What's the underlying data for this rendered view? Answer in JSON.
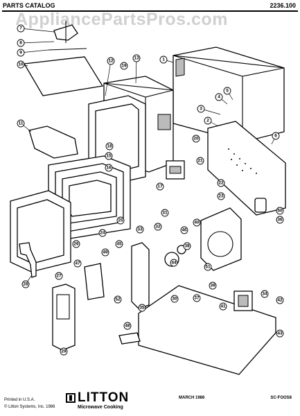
{
  "header": {
    "title": "PARTS CATALOG",
    "model": "2236.100"
  },
  "watermark": "AppliancePartsPros.com",
  "diagram": {
    "callouts": [
      "1",
      "2",
      "3",
      "4",
      "5",
      "6",
      "7",
      "8",
      "9",
      "10",
      "11",
      "12",
      "13",
      "15",
      "16",
      "17",
      "18",
      "19",
      "20",
      "21",
      "22",
      "23",
      "24",
      "25",
      "26",
      "27",
      "28",
      "29",
      "30",
      "31",
      "32",
      "33",
      "34",
      "35",
      "36",
      "37",
      "38",
      "39",
      "40",
      "41",
      "42",
      "43",
      "44",
      "45",
      "46",
      "47",
      "48",
      "49",
      "50",
      "51",
      "52"
    ]
  },
  "footer": {
    "printed": "Printed in U.S.A.",
    "copyright": "© Litton Systems, Inc. 1986",
    "brand_name": "LITTON",
    "brand_sub": "Microwave Cooking",
    "date": "MARCH 1986",
    "code": "SC-FOOS8"
  }
}
